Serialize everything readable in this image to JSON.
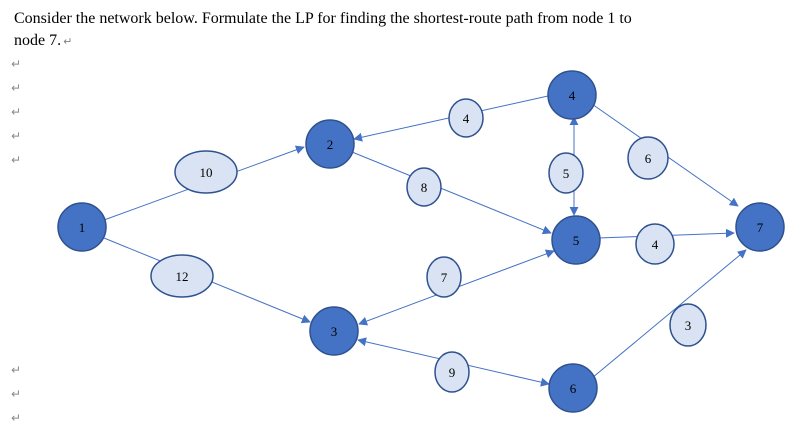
{
  "question": {
    "line1": "Consider the network below. Formulate the LP for finding the shortest-route path from node 1 to",
    "line2": "node 7."
  },
  "nodes": [
    {
      "id": "1",
      "label": "1"
    },
    {
      "id": "2",
      "label": "2"
    },
    {
      "id": "3",
      "label": "3"
    },
    {
      "id": "4",
      "label": "4"
    },
    {
      "id": "5",
      "label": "5"
    },
    {
      "id": "6",
      "label": "6"
    },
    {
      "id": "7",
      "label": "7"
    }
  ],
  "edges": [
    {
      "from": "1",
      "to": "2",
      "weight": "10"
    },
    {
      "from": "1",
      "to": "3",
      "weight": "12"
    },
    {
      "from": "4",
      "to": "2",
      "weight": "4"
    },
    {
      "from": "2",
      "to": "5",
      "weight": "8"
    },
    {
      "from": "5",
      "to": "4",
      "weight": "5"
    },
    {
      "from": "4",
      "to": "7",
      "weight": "6"
    },
    {
      "from": "5",
      "to": "3",
      "weight": "7"
    },
    {
      "from": "5",
      "to": "7",
      "weight": "4"
    },
    {
      "from": "3",
      "to": "6",
      "weight": "9"
    },
    {
      "from": "6",
      "to": "7",
      "weight": "3"
    }
  ],
  "colors": {
    "node_fill": "#4472C4",
    "weight_fill": "#DAE3F3",
    "stroke": "#2F528F",
    "edge": "#4472C4"
  }
}
